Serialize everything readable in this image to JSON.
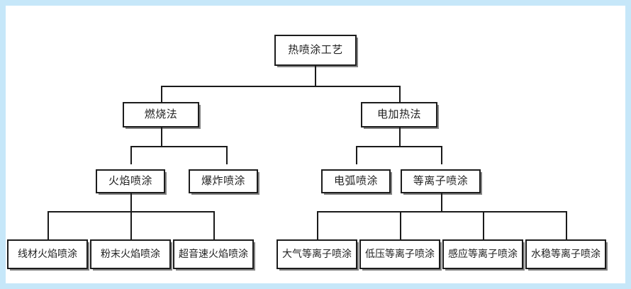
{
  "diagram": {
    "type": "tree",
    "title": "热喷涂工艺",
    "frame_color": "#c6e7f9",
    "canvas_color": "#ffffff",
    "line_color": "#1a1a1a",
    "box_border_color": "#1c1c1c",
    "text_color": "#222222",
    "nodes": {
      "root": {
        "label": "热喷涂工艺"
      },
      "level1": [
        {
          "label": "燃烧法"
        },
        {
          "label": "电加热法"
        }
      ],
      "level2": [
        {
          "label": "火焰喷涂"
        },
        {
          "label": "爆炸喷涂"
        },
        {
          "label": "电弧喷涂"
        },
        {
          "label": "等离子喷涂"
        }
      ],
      "level3": [
        {
          "label": "线材火焰喷涂"
        },
        {
          "label": "粉末火焰喷涂"
        },
        {
          "label": "超音速火焰喷涂"
        },
        {
          "label": "大气等离子喷涂"
        },
        {
          "label": "低压等离子喷涂"
        },
        {
          "label": "感应等离子喷涂"
        },
        {
          "label": "水稳等离子喷涂"
        }
      ]
    }
  }
}
